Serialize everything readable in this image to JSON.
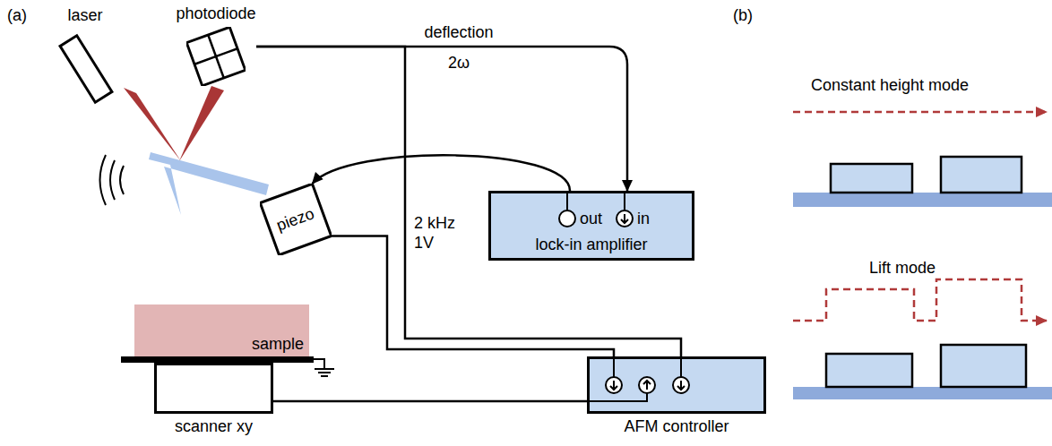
{
  "diagram": {
    "nodes": [
      {
        "text": [
          "laser"
        ]
      },
      {
        "text": [
          "photodiode"
        ]
      },
      {
        "text": [
          "piezo"
        ]
      },
      {
        "text": [
          "out",
          "in",
          "lock-in amplifier"
        ]
      },
      {
        "text": [
          "sample"
        ]
      },
      {
        "text": [
          "scanner xy"
        ]
      },
      {
        "text": [
          "AFM controller"
        ]
      }
    ],
    "edges": [
      {
        "from": 1,
        "to": 3,
        "arrow": "to",
        "label": "deflection 2ω"
      },
      {
        "from": 3,
        "to": 2,
        "arrow": "to",
        "label": "2 kHz 1V"
      },
      {
        "from": 1,
        "to": 6,
        "arrow": "none"
      },
      {
        "from": 2,
        "to": 6,
        "arrow": "none"
      },
      {
        "from": 5,
        "to": 6,
        "arrow": "none"
      }
    ],
    "labels": [
      "(a)",
      "(b)",
      "Constant height mode",
      "Lift mode"
    ]
  }
}
